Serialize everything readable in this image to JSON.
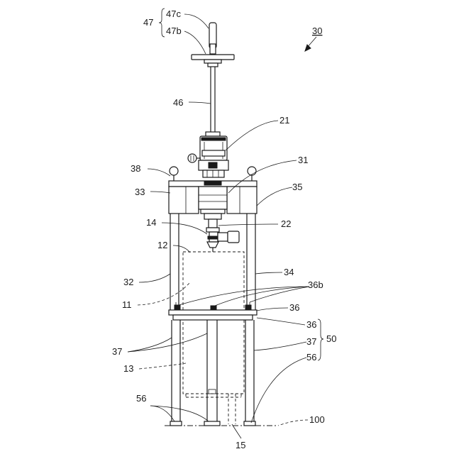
{
  "labels": {
    "l47c": "47c",
    "l47b": "47b",
    "l47": "47",
    "l30": "30",
    "l46": "46",
    "l21": "21",
    "l31": "31",
    "l38": "38",
    "l33": "33",
    "l35": "35",
    "l14": "14",
    "l22": "22",
    "l12": "12",
    "l32": "32",
    "l34": "34",
    "l36b": "36b",
    "l11": "11",
    "l36a": "36",
    "l36c": "36",
    "l37a": "37",
    "l37b": "37",
    "l50": "50",
    "l13": "13",
    "l56a": "56",
    "l56b": "56",
    "l100": "100",
    "l15": "15"
  }
}
